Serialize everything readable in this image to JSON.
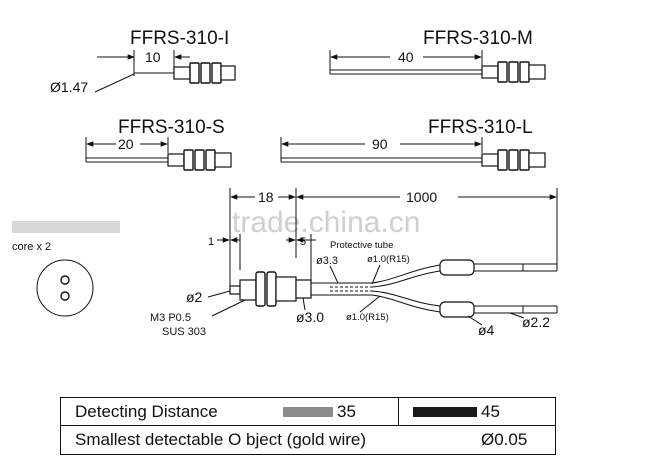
{
  "sensors": {
    "i": {
      "model": "FFRS-310-I",
      "length": "10",
      "diameter": "Ø1.47"
    },
    "m": {
      "model": "FFRS-310-M",
      "length": "40"
    },
    "s": {
      "model": "FFRS-310-S",
      "length": "20"
    },
    "l": {
      "model": "FFRS-310-L",
      "length": "90"
    }
  },
  "detail": {
    "len_head": "18",
    "len_cable": "1000",
    "dim_1": "1",
    "dim_5": "5",
    "protective_tube": "Protective tube",
    "d_3_3": "ø3.3",
    "d_1_0_top": "ø1.0(R15)",
    "d_2": "ø2",
    "thread": "M3 P0.5",
    "material": "SUS 303",
    "d_3_0": "ø3.0",
    "d_1_0_bottom": "ø1.0(R15)",
    "d_4": "ø4",
    "d_2_2": "ø2.2"
  },
  "cross_section": {
    "label": "core x 2"
  },
  "watermark": "trade.china.cn",
  "spec_table": {
    "detect_label": "Detecting  Distance",
    "detect_gray": "35",
    "detect_black": "45",
    "gray_color": "#8c8c8c",
    "black_color": "#1a1a1a",
    "smallest_label": "Smallest  detectable  O   bject (gold  wire)",
    "smallest_value": "Ø0.05"
  }
}
